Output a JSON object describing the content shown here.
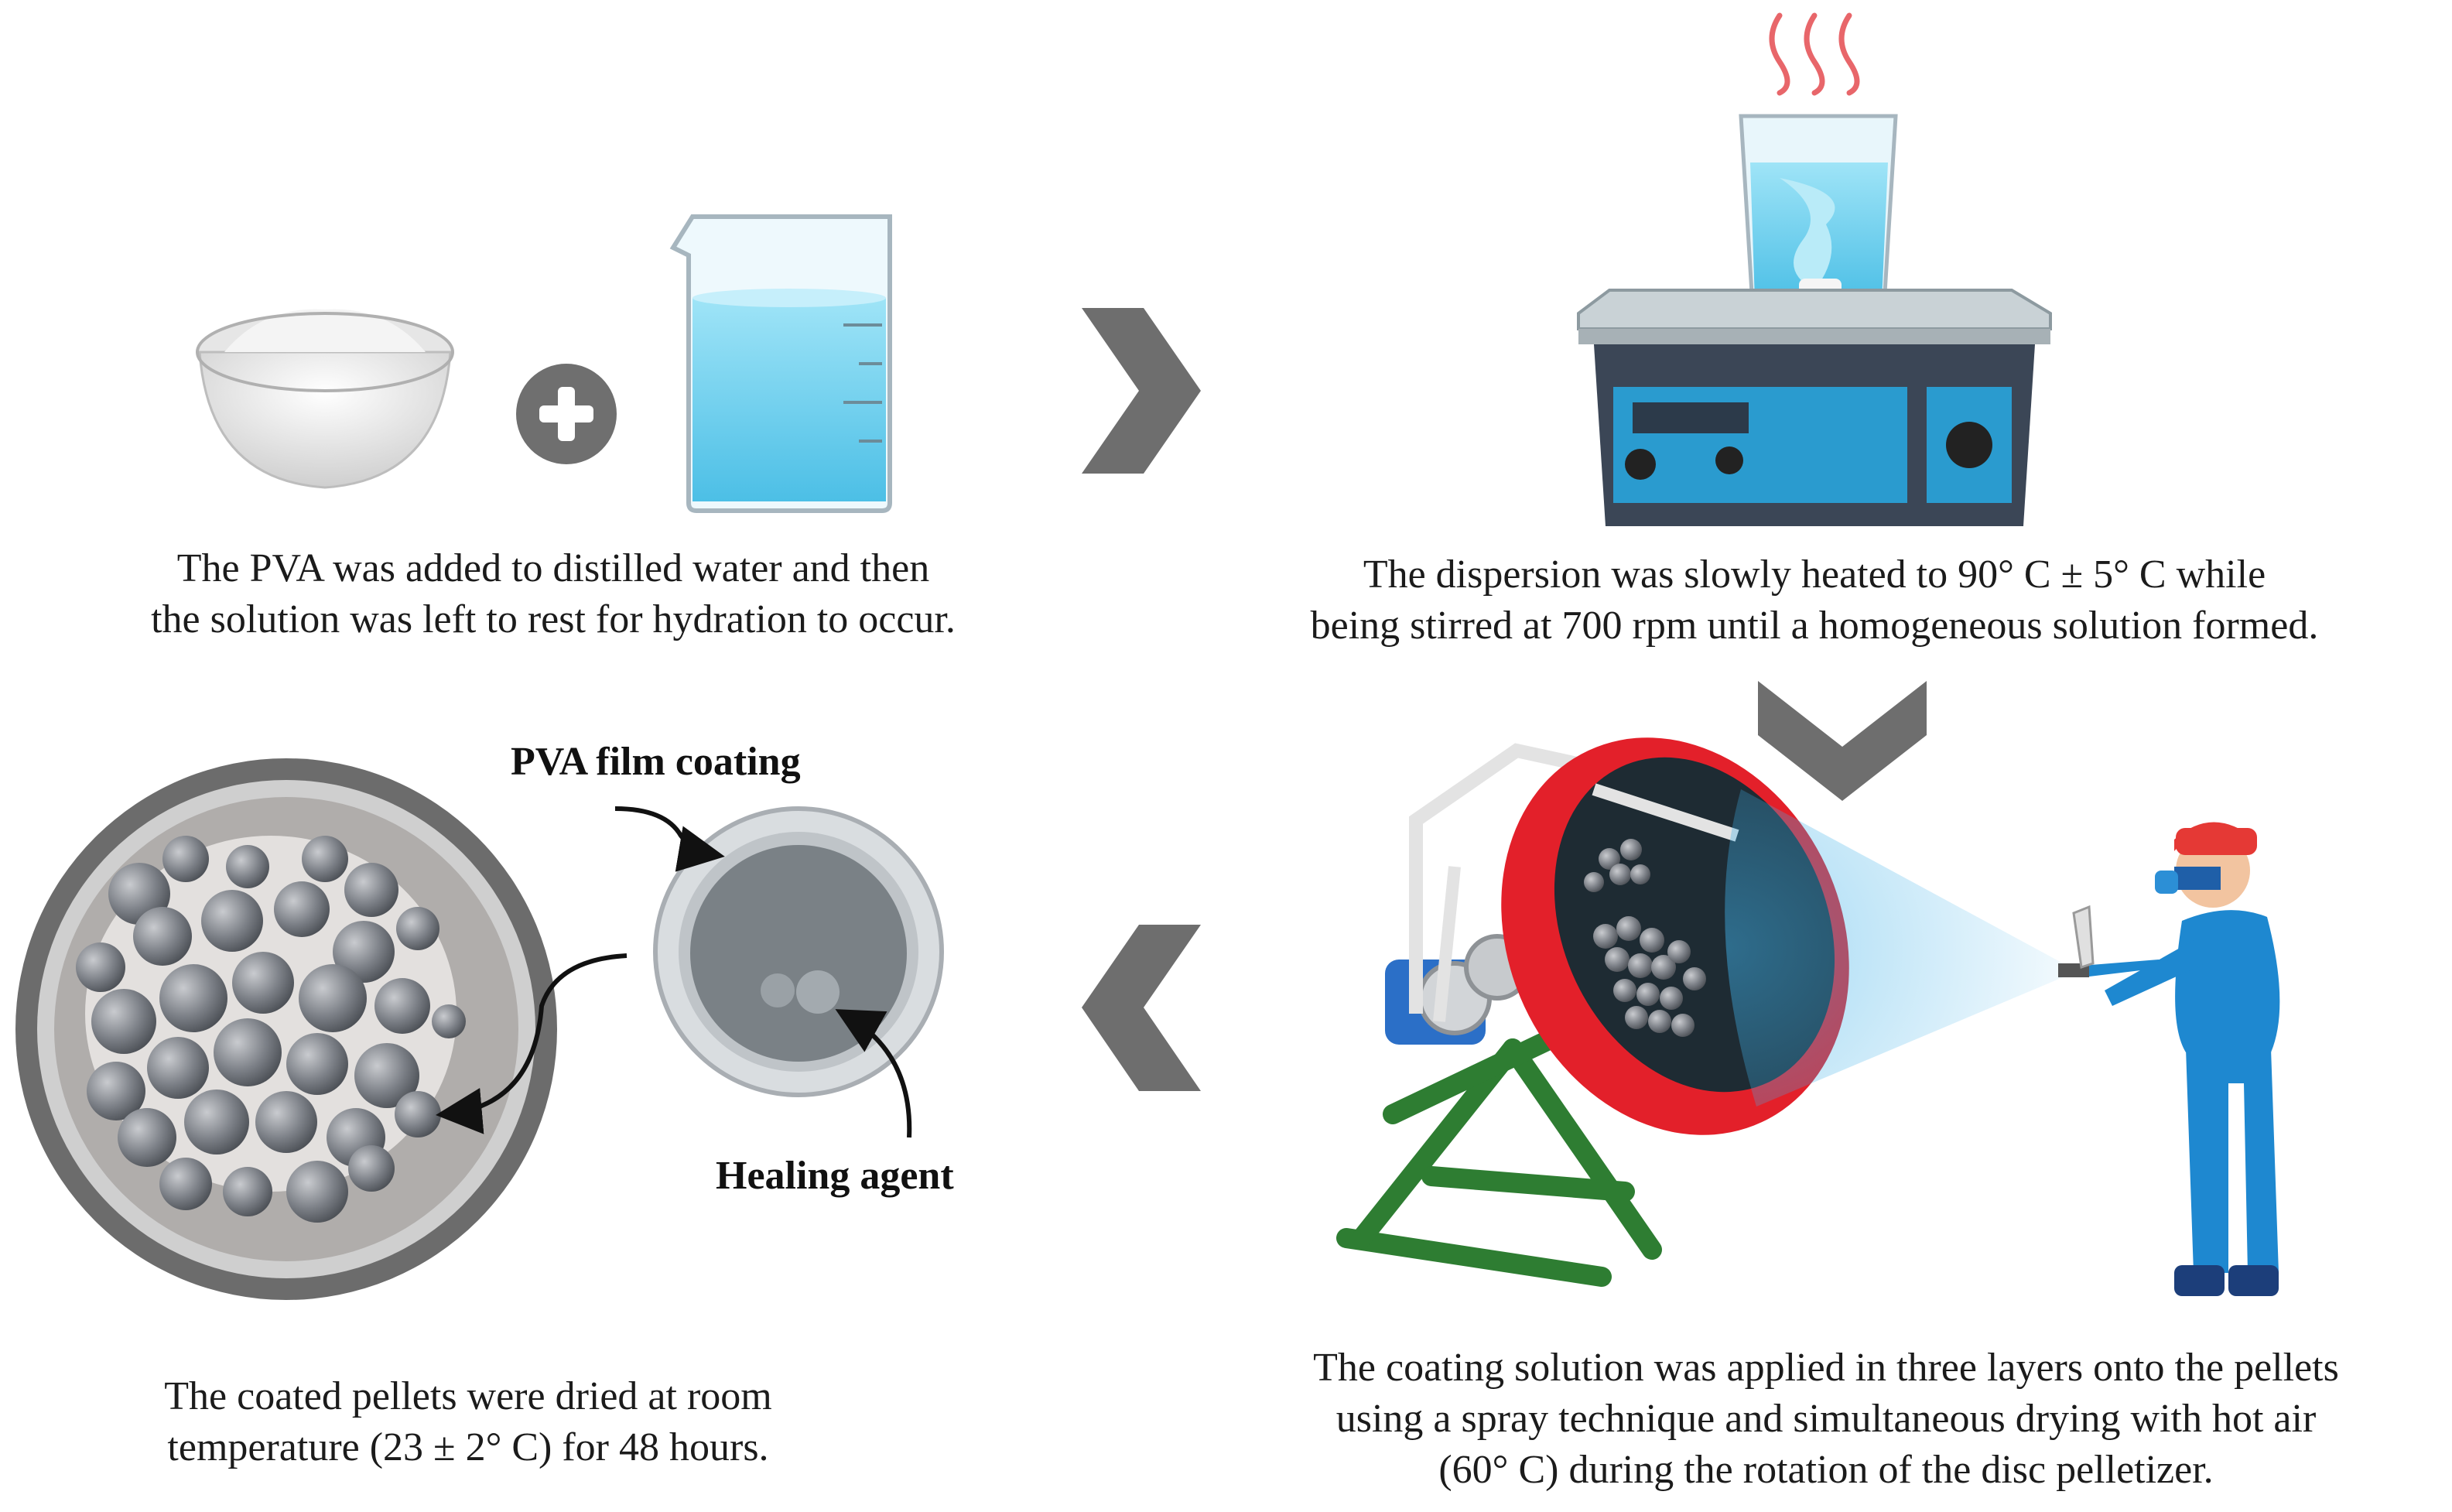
{
  "steps": [
    {
      "lines": [
        "The PVA was added to distilled water and then",
        "the solution was left to rest for hydration to occur."
      ]
    },
    {
      "lines": [
        "The dispersion was slowly heated to 90° C ± 5° C while",
        "being stirred at 700 rpm until a homogeneous solution formed."
      ]
    },
    {
      "lines": [
        "The coating solution was applied in three layers onto the pellets",
        "using a spray technique and simultaneous drying with hot air",
        "(60° C) during the rotation of the disc pelletizer."
      ]
    },
    {
      "lines": [
        "The coated pellets were dried at room",
        "temperature (23 ± 2° C) for 48 hours."
      ]
    }
  ],
  "labels": {
    "film_coating": "PVA film coating",
    "healing_agent": "Healing agent"
  },
  "icons": [
    "powder-bowl-icon",
    "plus-icon",
    "water-beaker-icon",
    "hot-plate-stirrer-icon",
    "disc-pelletizer-icon",
    "spray-worker-icon",
    "coated-pellets-dish-icon",
    "coated-pellet-icon",
    "chevron-right-icon",
    "chevron-down-icon",
    "chevron-left-icon"
  ],
  "colors": {
    "arrow": "#6e6e6e",
    "water": "#7fd3ef",
    "pelletizer": "#e3202a",
    "frame": "#2e7d32",
    "worker": "#1e88d0"
  }
}
